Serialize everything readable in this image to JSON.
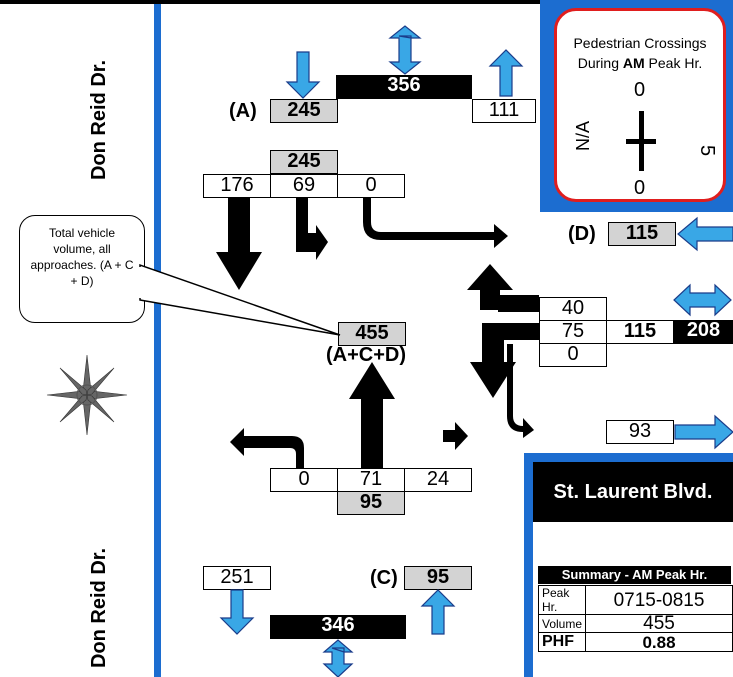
{
  "streets": {
    "west_top": "Don Reid Dr.",
    "west_bottom": "Don Reid Dr.",
    "east": "St. Laurent Blvd."
  },
  "north": {
    "approach_label": "(A)",
    "approach_total": "245",
    "two_way": "356",
    "departing": "111",
    "subtotal": "245",
    "right": "176",
    "through": "69",
    "left": "0"
  },
  "east": {
    "approach_label": "(D)",
    "approach_total": "115",
    "two_way": "208",
    "approach_sum": "115",
    "left": "40",
    "through": "75",
    "right": "0",
    "departing": "93"
  },
  "south": {
    "approach_label": "(C)",
    "approach_total": "95",
    "two_way": "346",
    "departing": "251",
    "subtotal": "95",
    "left": "0",
    "through": "71",
    "right": "24"
  },
  "center": {
    "total": "455",
    "formula": "(A+C+D)"
  },
  "callout": {
    "text": "Total vehicle volume, all approaches. (A + C  + D)"
  },
  "pedestrian": {
    "title_line1": "Pedestrian Crossings",
    "title_pre": "During ",
    "title_bold": "AM",
    "title_post": " Peak Hr.",
    "north": "0",
    "south": "0",
    "west": "N/A",
    "east": "5"
  },
  "summary": {
    "title": "Summary - AM Peak Hr.",
    "rows": [
      {
        "label": "Peak Hr.",
        "value": "0715-0815"
      },
      {
        "label": "Volume",
        "value": "455"
      },
      {
        "label": "PHF",
        "value": "0.88"
      }
    ]
  },
  "colors": {
    "accent_blue": "#1c6dd0",
    "arrow_blue": "#39a7e6",
    "ped_border": "#e01e1e",
    "grey_box": "#d3d3d3"
  }
}
